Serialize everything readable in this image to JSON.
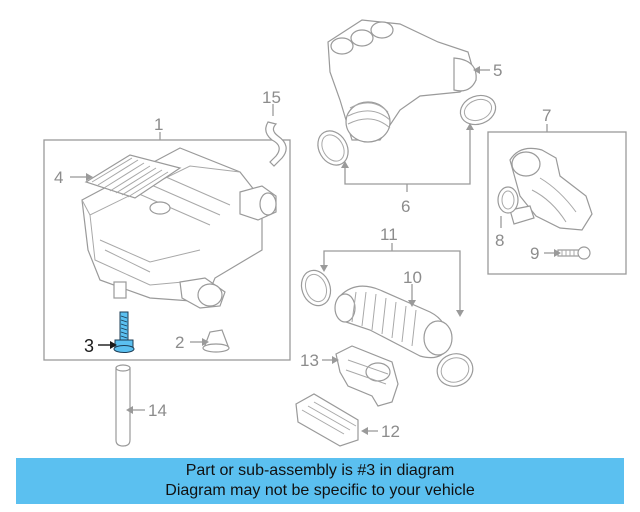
{
  "diagram": {
    "callouts": {
      "c1": "1",
      "c2": "2",
      "c3": "3",
      "c4": "4",
      "c5": "5",
      "c6": "6",
      "c7": "7",
      "c8": "8",
      "c9": "9",
      "c10": "10",
      "c11": "11",
      "c12": "12",
      "c13": "13",
      "c14": "14",
      "c15": "15"
    },
    "highlighted_part": "3",
    "highlight_color": "#5bc0f0"
  },
  "footer": {
    "line1": "Part or sub-assembly is #3 in diagram",
    "line2": "Diagram may not be specific to your vehicle",
    "background": "#5bc0f0"
  }
}
